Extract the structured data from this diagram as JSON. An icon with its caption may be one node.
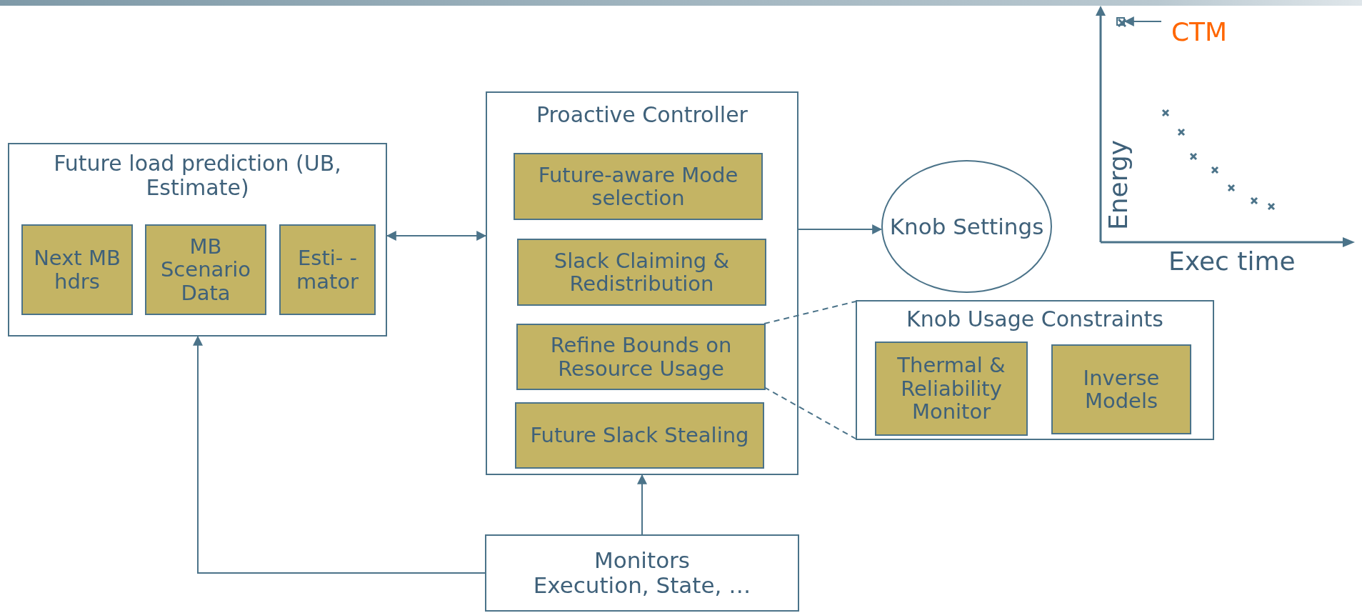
{
  "diagram": {
    "nodes": [
      {
        "text": [
          "Future load prediction (UB, Estimate)"
        ]
      },
      {
        "text": [
          "Next MB hdrs"
        ],
        "in": 0
      },
      {
        "text": [
          "MB Scenario Data"
        ],
        "in": 0
      },
      {
        "text": [
          "Esti- -mator"
        ],
        "in": 0
      },
      {
        "text": [
          "Proactive Controller"
        ]
      },
      {
        "text": [
          "Future-aware Mode selection"
        ],
        "in": 4
      },
      {
        "text": [
          "Slack Claiming & Redistribution"
        ],
        "in": 4
      },
      {
        "text": [
          "Refine Bounds on Resource Usage"
        ],
        "in": 4
      },
      {
        "text": [
          "Future Slack Stealing"
        ],
        "in": 4
      },
      {
        "text": [
          "Knob Settings"
        ]
      },
      {
        "text": [
          "Knob Usage Constraints"
        ]
      },
      {
        "text": [
          "Thermal & Reliability Monitor"
        ],
        "in": 10
      },
      {
        "text": [
          "Inverse Models"
        ],
        "in": 10
      },
      {
        "text": [
          "Monitors",
          "Execution, State, …"
        ]
      },
      {
        "text": [
          "CTM"
        ]
      },
      {
        "text": [],
        "shape": "cross"
      }
    ],
    "edges": [
      {
        "from": 0,
        "to": 4,
        "arrow": "both"
      },
      {
        "from": 4,
        "to": 9,
        "arrow": "to"
      },
      {
        "from": 13,
        "to": 4,
        "arrow": "to"
      },
      {
        "from": 13,
        "to": 0,
        "arrow": "to"
      },
      {
        "from": 7,
        "to": 10,
        "arrow": "none",
        "style": "dashed"
      },
      {
        "from": 7,
        "to": 10,
        "arrow": "none",
        "style": "dashed"
      },
      {
        "from": 14,
        "to": 15,
        "arrow": "to"
      }
    ],
    "labels": [
      "Energy",
      "Exec time"
    ]
  }
}
